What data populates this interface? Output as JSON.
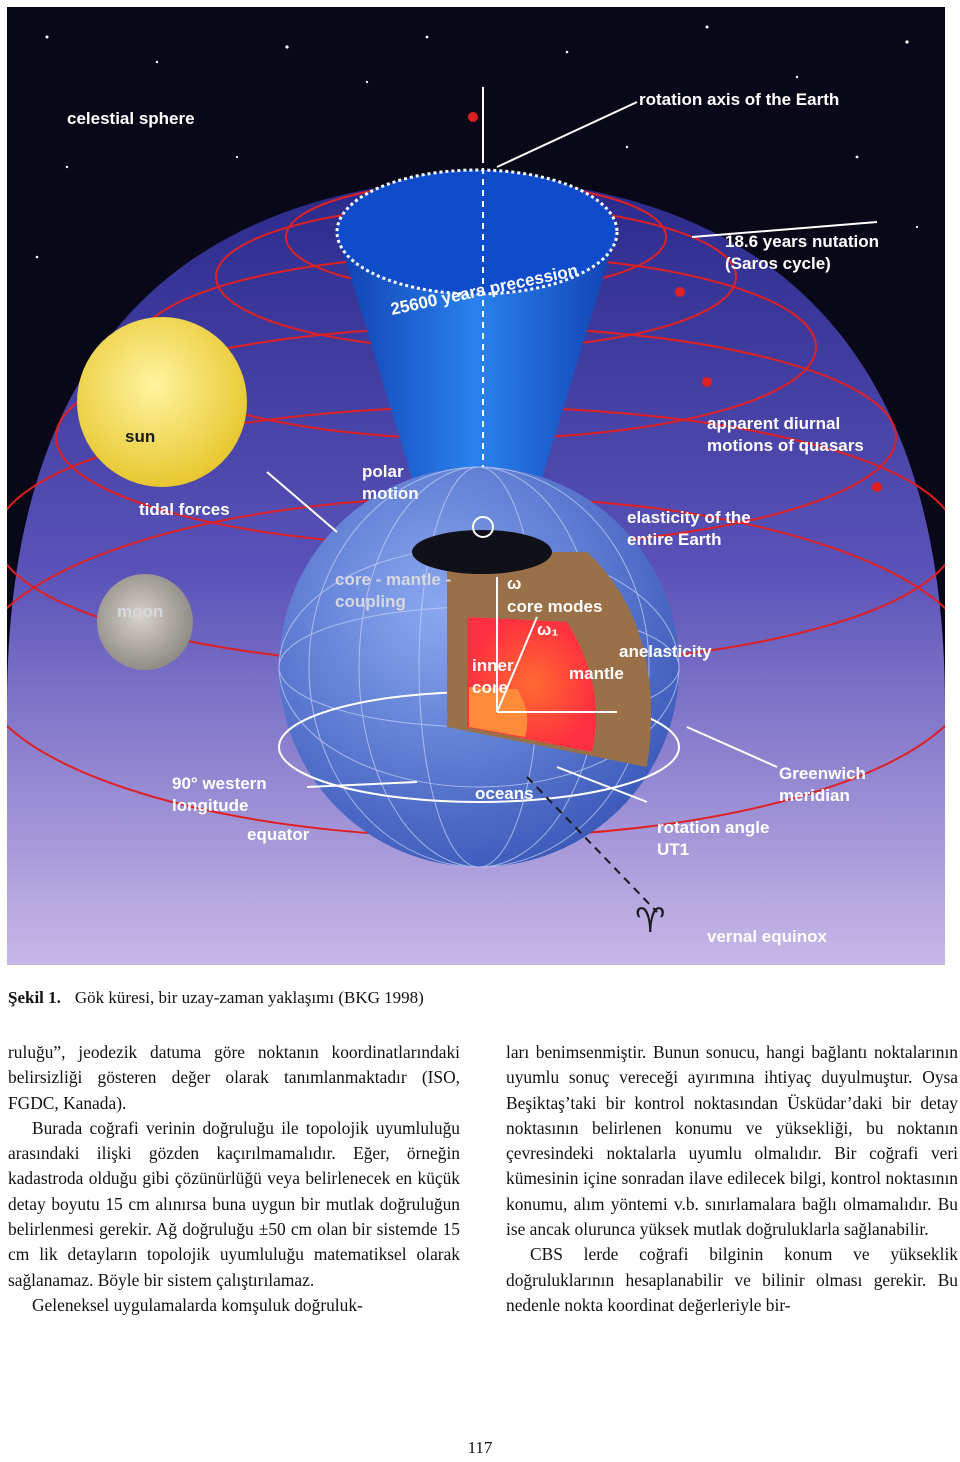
{
  "figure": {
    "labels": {
      "celestial_sphere": "celestial sphere",
      "rotation_axis": "rotation axis of the Earth",
      "nutation_line1": "18.6 years nutation",
      "nutation_line2": "(Saros cycle)",
      "precession": "25600 years precession",
      "sun": "sun",
      "apparent_line1": "apparent diurnal",
      "apparent_line2": "motions of quasars",
      "polar_line1": "polar",
      "polar_line2": "motion",
      "tidal_forces": "tidal forces",
      "elasticity_line1": "elasticity of the",
      "elasticity_line2": "entire Earth",
      "core_mantle_line1": "core - mantle -",
      "core_mantle_line2": "coupling",
      "moon": "moon",
      "core_modes": "core modes",
      "inner_line1": "inner",
      "inner_line2": "core",
      "mantle": "mantle",
      "anelasticity": "anelasticity",
      "western_line1": "90° western",
      "western_line2": "longitude",
      "greenwich_line1": "Greenwich",
      "greenwich_line2": "meridian",
      "oceans": "oceans",
      "equator": "equator",
      "rotation_angle_line1": "rotation angle",
      "rotation_angle_line2": "UT1",
      "vernal_symbol": "♈",
      "vernal_equinox": "vernal equinox",
      "omega": "ω",
      "omega_sub": "ω₁"
    },
    "colors": {
      "sky_top": "#0a0a1e",
      "dome": "#5a52b8",
      "cone": "#1e6ee0",
      "globe": "#5b78d8",
      "mantle": "#9a7048",
      "outer_core": "#e84040",
      "inner_core": "#ff8a3a",
      "sun": "#f0dc5a",
      "orbit": "#e02020"
    }
  },
  "caption": {
    "number": "Şekil 1.",
    "text": "Gök küresi, bir uzay-zaman yaklaşımı (BKG 1998)"
  },
  "body": {
    "left_p1": "ruluğu”, jeodezik datuma göre noktanın koordinatlarındaki belirsizliği gösteren değer olarak tanımlanmaktadır (ISO, FGDC, Kanada).",
    "left_p2": "Burada coğrafi verinin doğruluğu ile topolojik uyumluluğu arasındaki ilişki gözden kaçırılmamalıdır. Eğer, örneğin kadastroda olduğu gibi çözünürlüğü veya belirlenecek en küçük detay boyutu 15 cm alınırsa buna uygun bir mutlak doğruluğun belirlenmesi gerekir. Ağ doğruluğu ±50 cm olan bir sistemde 15 cm lik detayların topolojik uyumluluğu matematiksel olarak sağlanamaz. Böyle bir sistem çalıştırılamaz.",
    "left_p3": "Geleneksel uygulamalarda komşuluk doğruluk-",
    "right_p1": "ları benimsenmiştir. Bunun sonucu, hangi bağlantı noktalarının uyumlu sonuç vereceği ayırımına ihtiyaç duyulmuştur. Oysa Beşiktaş’taki bir kontrol noktasından Üsküdar’daki bir detay noktasının belirlenen konumu ve yüksekliği, bu noktanın çevresindeki noktalarla uyumlu olmalıdır. Bir coğrafi veri kümesinin içine sonradan ilave edilecek bilgi, kontrol noktasının konumu, alım yöntemi v.b. sınırlamalara bağlı olmamalıdır. Bu ise ancak olurunca yüksek mutlak doğruluklarla sağlanabilir.",
    "right_p2": "CBS lerde coğrafi bilginin konum ve yükseklik doğruluklarının hesaplanabilir ve bilinir olması gerekir. Bu nedenle nokta koordinat değerleriyle bir-"
  },
  "page_number": "117"
}
